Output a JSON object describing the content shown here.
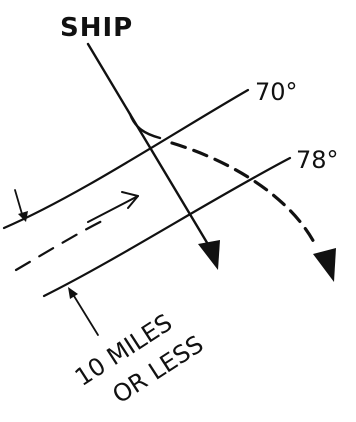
{
  "labels": {
    "ship": "SHIP",
    "isotherm_upper": "70°",
    "isotherm_lower": "78°",
    "distance_line1": "10 MILES",
    "distance_line2": "OR LESS"
  },
  "colors": {
    "ink": "#111111",
    "background": "#ffffff"
  }
}
